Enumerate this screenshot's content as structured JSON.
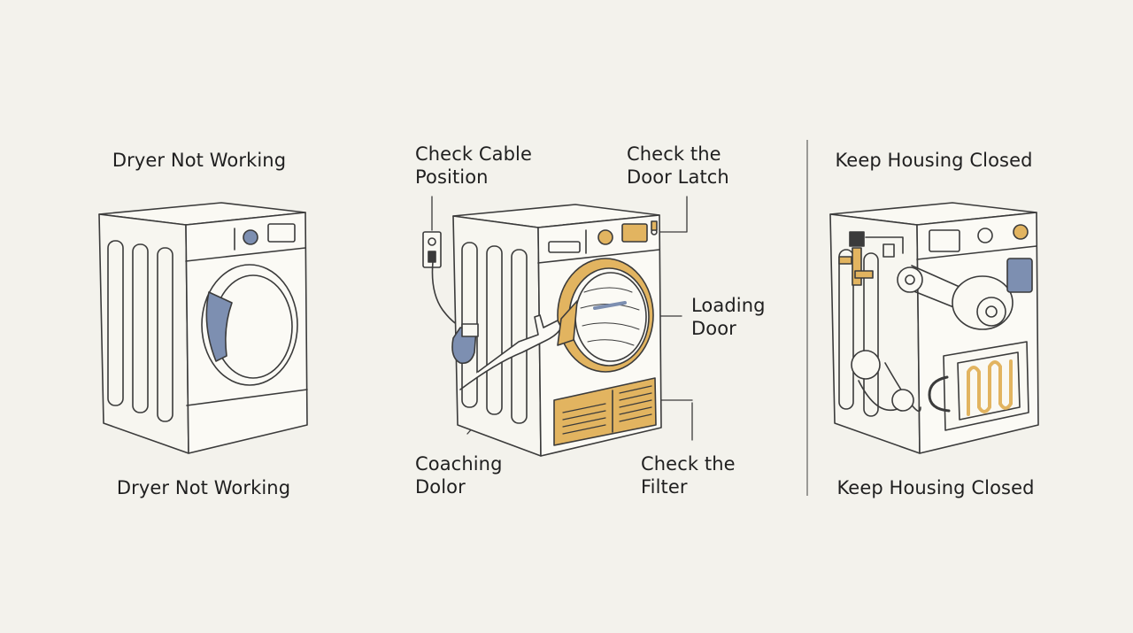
{
  "panels": [
    {
      "top_title": "Dryer Not Working",
      "bottom_title": "Dryer Not Working"
    },
    {
      "callouts": {
        "cable": "Check Cable\nPosition",
        "latch": "Check the\nDoor Latch",
        "door": "Loading\nDoor",
        "coaching": "Coaching\nDolor",
        "filter": "Check the\nFilter"
      }
    },
    {
      "top_title": "Keep Housing Closed",
      "bottom_title": "Keep Housing Closed"
    }
  ],
  "colors": {
    "background": "#f3f2ec",
    "line": "#3b3b3b",
    "accent_blue": "#7d8fb1",
    "accent_gold": "#e2b460",
    "cream": "#faf9f3"
  },
  "icons": [
    "dryer-icon",
    "power-outlet-icon",
    "hand-icon",
    "door-latch-icon",
    "lint-filter-icon",
    "drum-icon",
    "motor-icon",
    "belt-icon",
    "heating-element-icon"
  ]
}
